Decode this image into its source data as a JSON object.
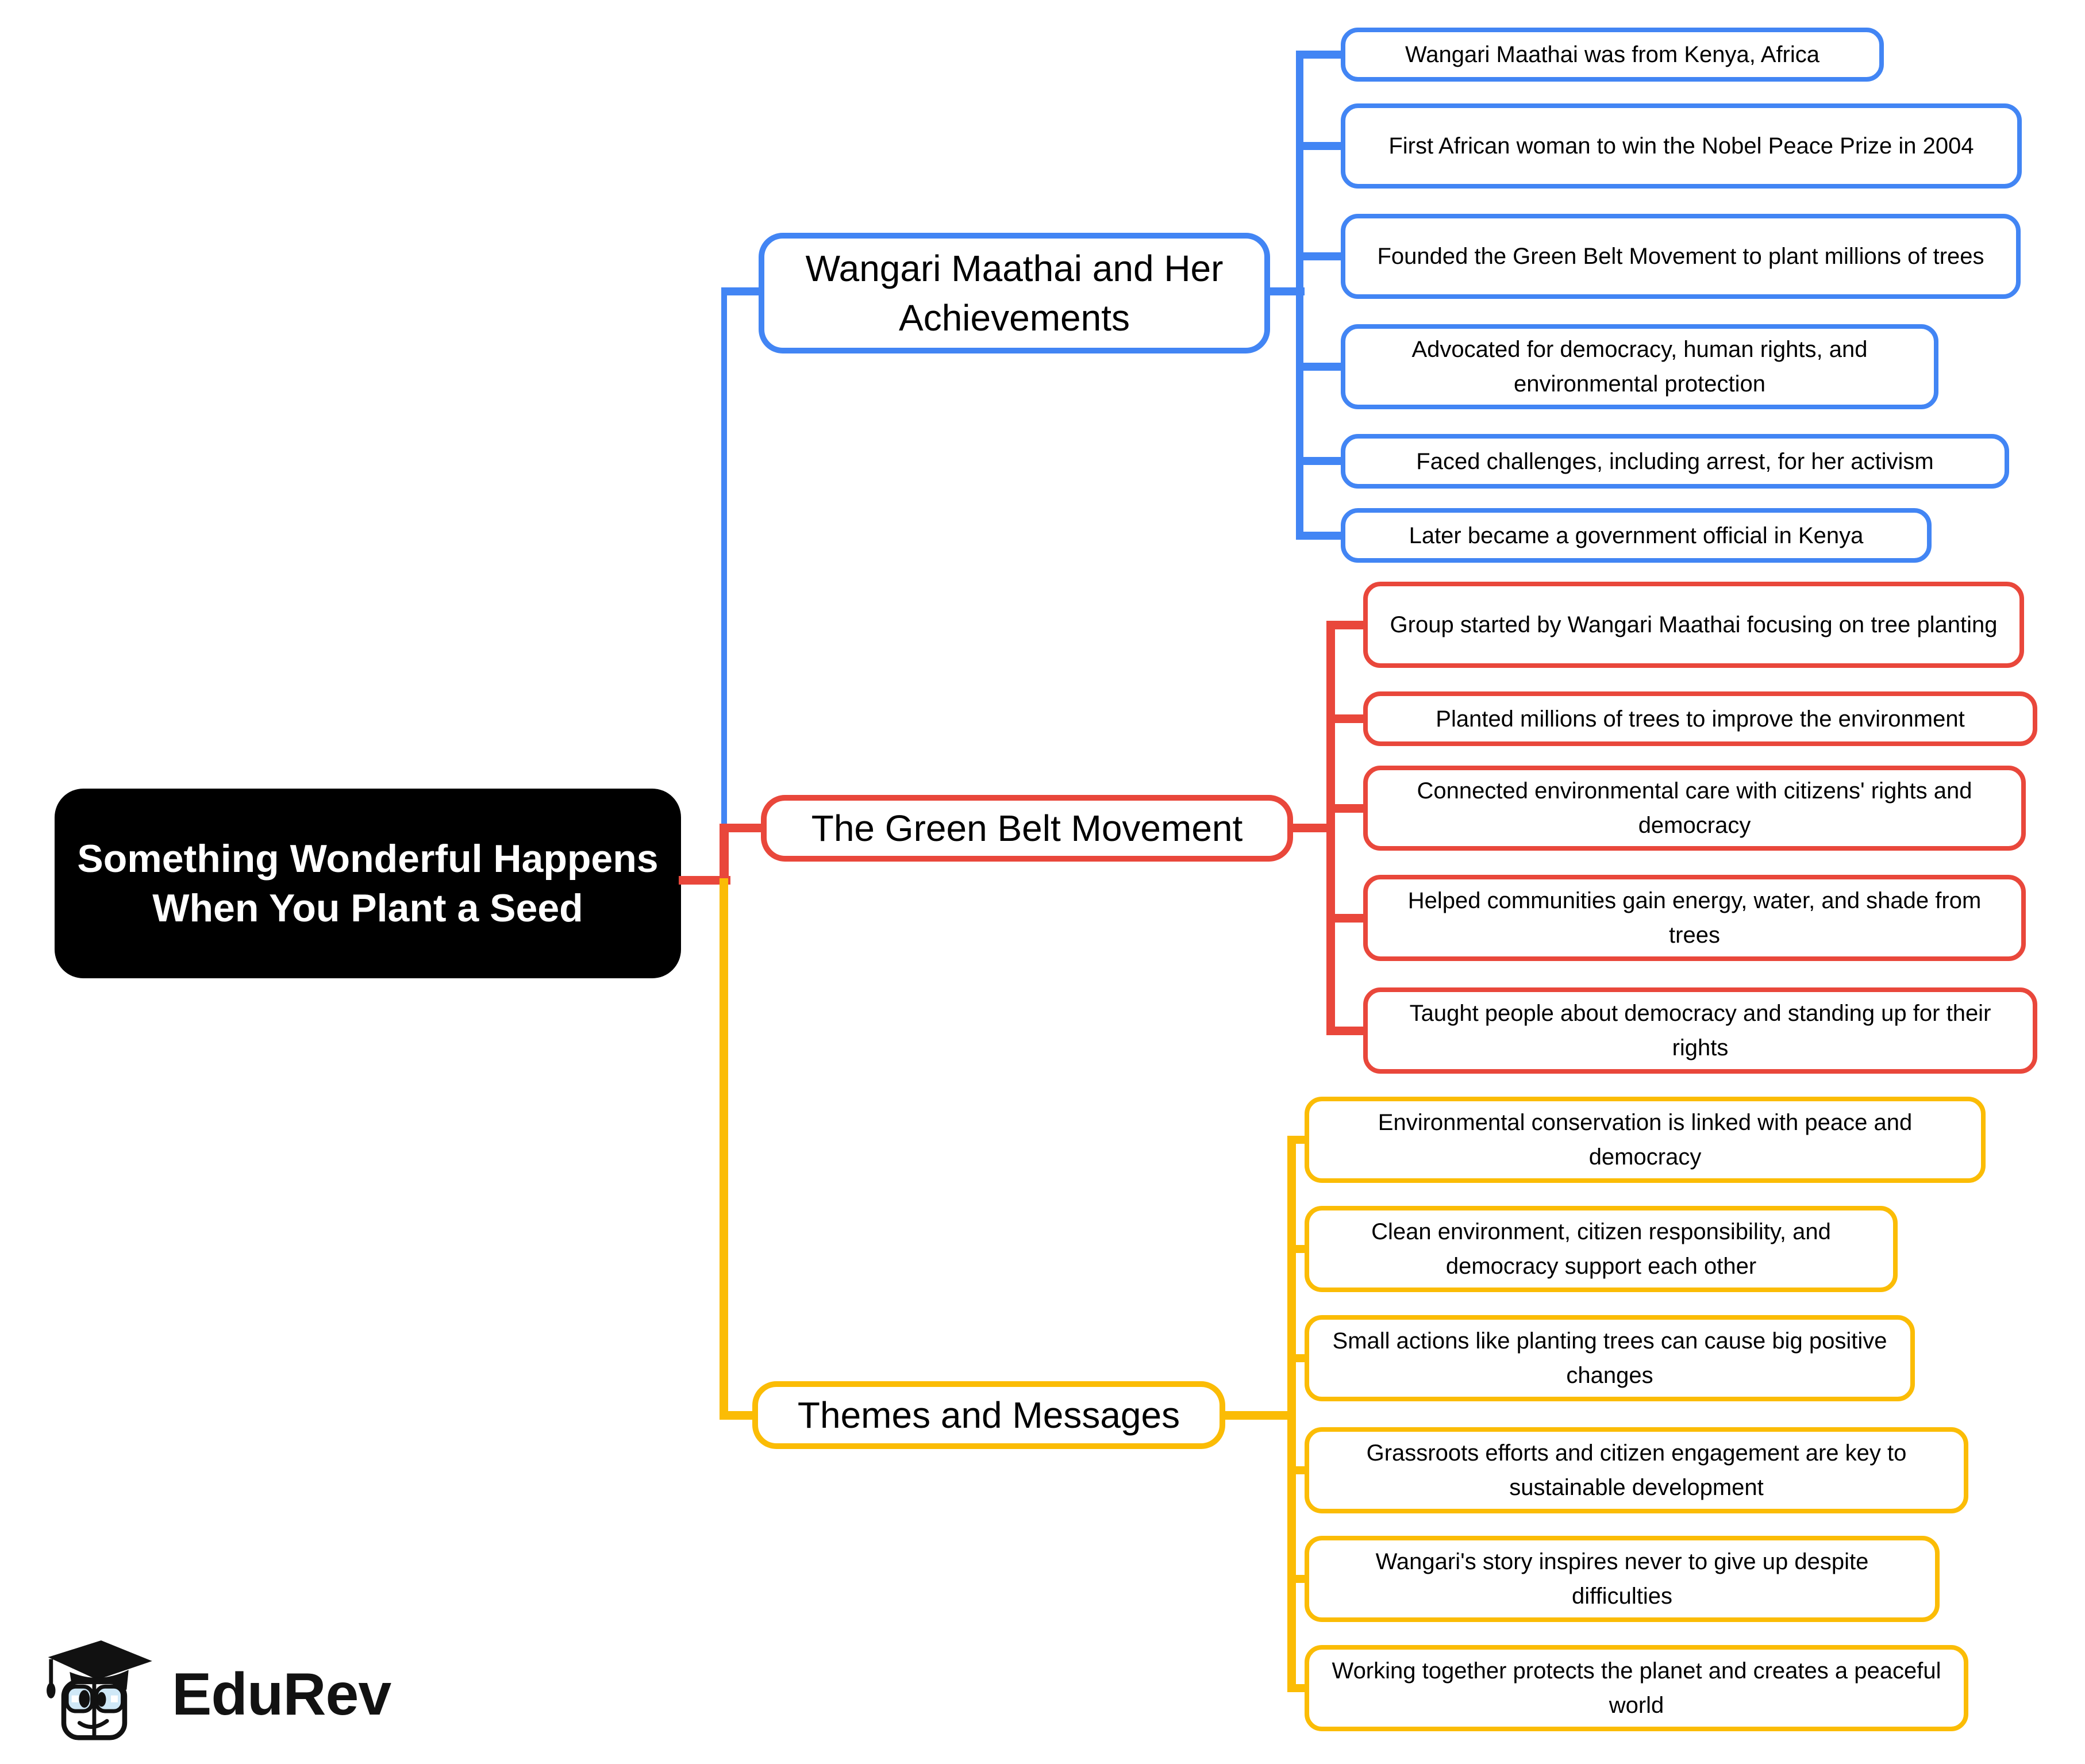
{
  "colors": {
    "blue": "#4285F4",
    "red": "#E9473B",
    "yellow": "#FBBC05",
    "black": "#000000",
    "lens": "#CFE8F7"
  },
  "central": {
    "text": "Something Wonderful Happens When You Plant a Seed"
  },
  "branches": [
    {
      "id": "achievements",
      "label": "Wangari Maathai and Her Achievements",
      "color": "#4285F4",
      "leaves": [
        "Wangari Maathai was from Kenya, Africa",
        "First African woman to win the Nobel Peace Prize in 2004",
        "Founded the Green Belt Movement to plant millions of trees",
        "Advocated for democracy, human rights, and environmental protection",
        "Faced challenges, including arrest, for her activism",
        "Later became a government official in Kenya"
      ]
    },
    {
      "id": "green-belt-movement",
      "label": "The Green Belt Movement",
      "color": "#E9473B",
      "leaves": [
        "Group started by Wangari Maathai focusing on tree planting",
        "Planted millions of trees to improve the environment",
        "Connected environmental care with citizens' rights and democracy",
        "Helped communities gain energy, water, and shade from trees",
        "Taught people about democracy and standing up for their rights"
      ]
    },
    {
      "id": "themes-messages",
      "label": "Themes and Messages",
      "color": "#FBBC05",
      "leaves": [
        "Environmental conservation is linked with peace and democracy",
        "Clean environment, citizen responsibility, and democracy support each other",
        "Small actions like planting trees can cause big positive changes",
        "Grassroots efforts and citizen engagement are key to sustainable development",
        "Wangari's story inspires never to give up despite difficulties",
        "Working together protects the planet and creates a peaceful world"
      ]
    }
  ],
  "logo": {
    "text": "EduRev"
  }
}
